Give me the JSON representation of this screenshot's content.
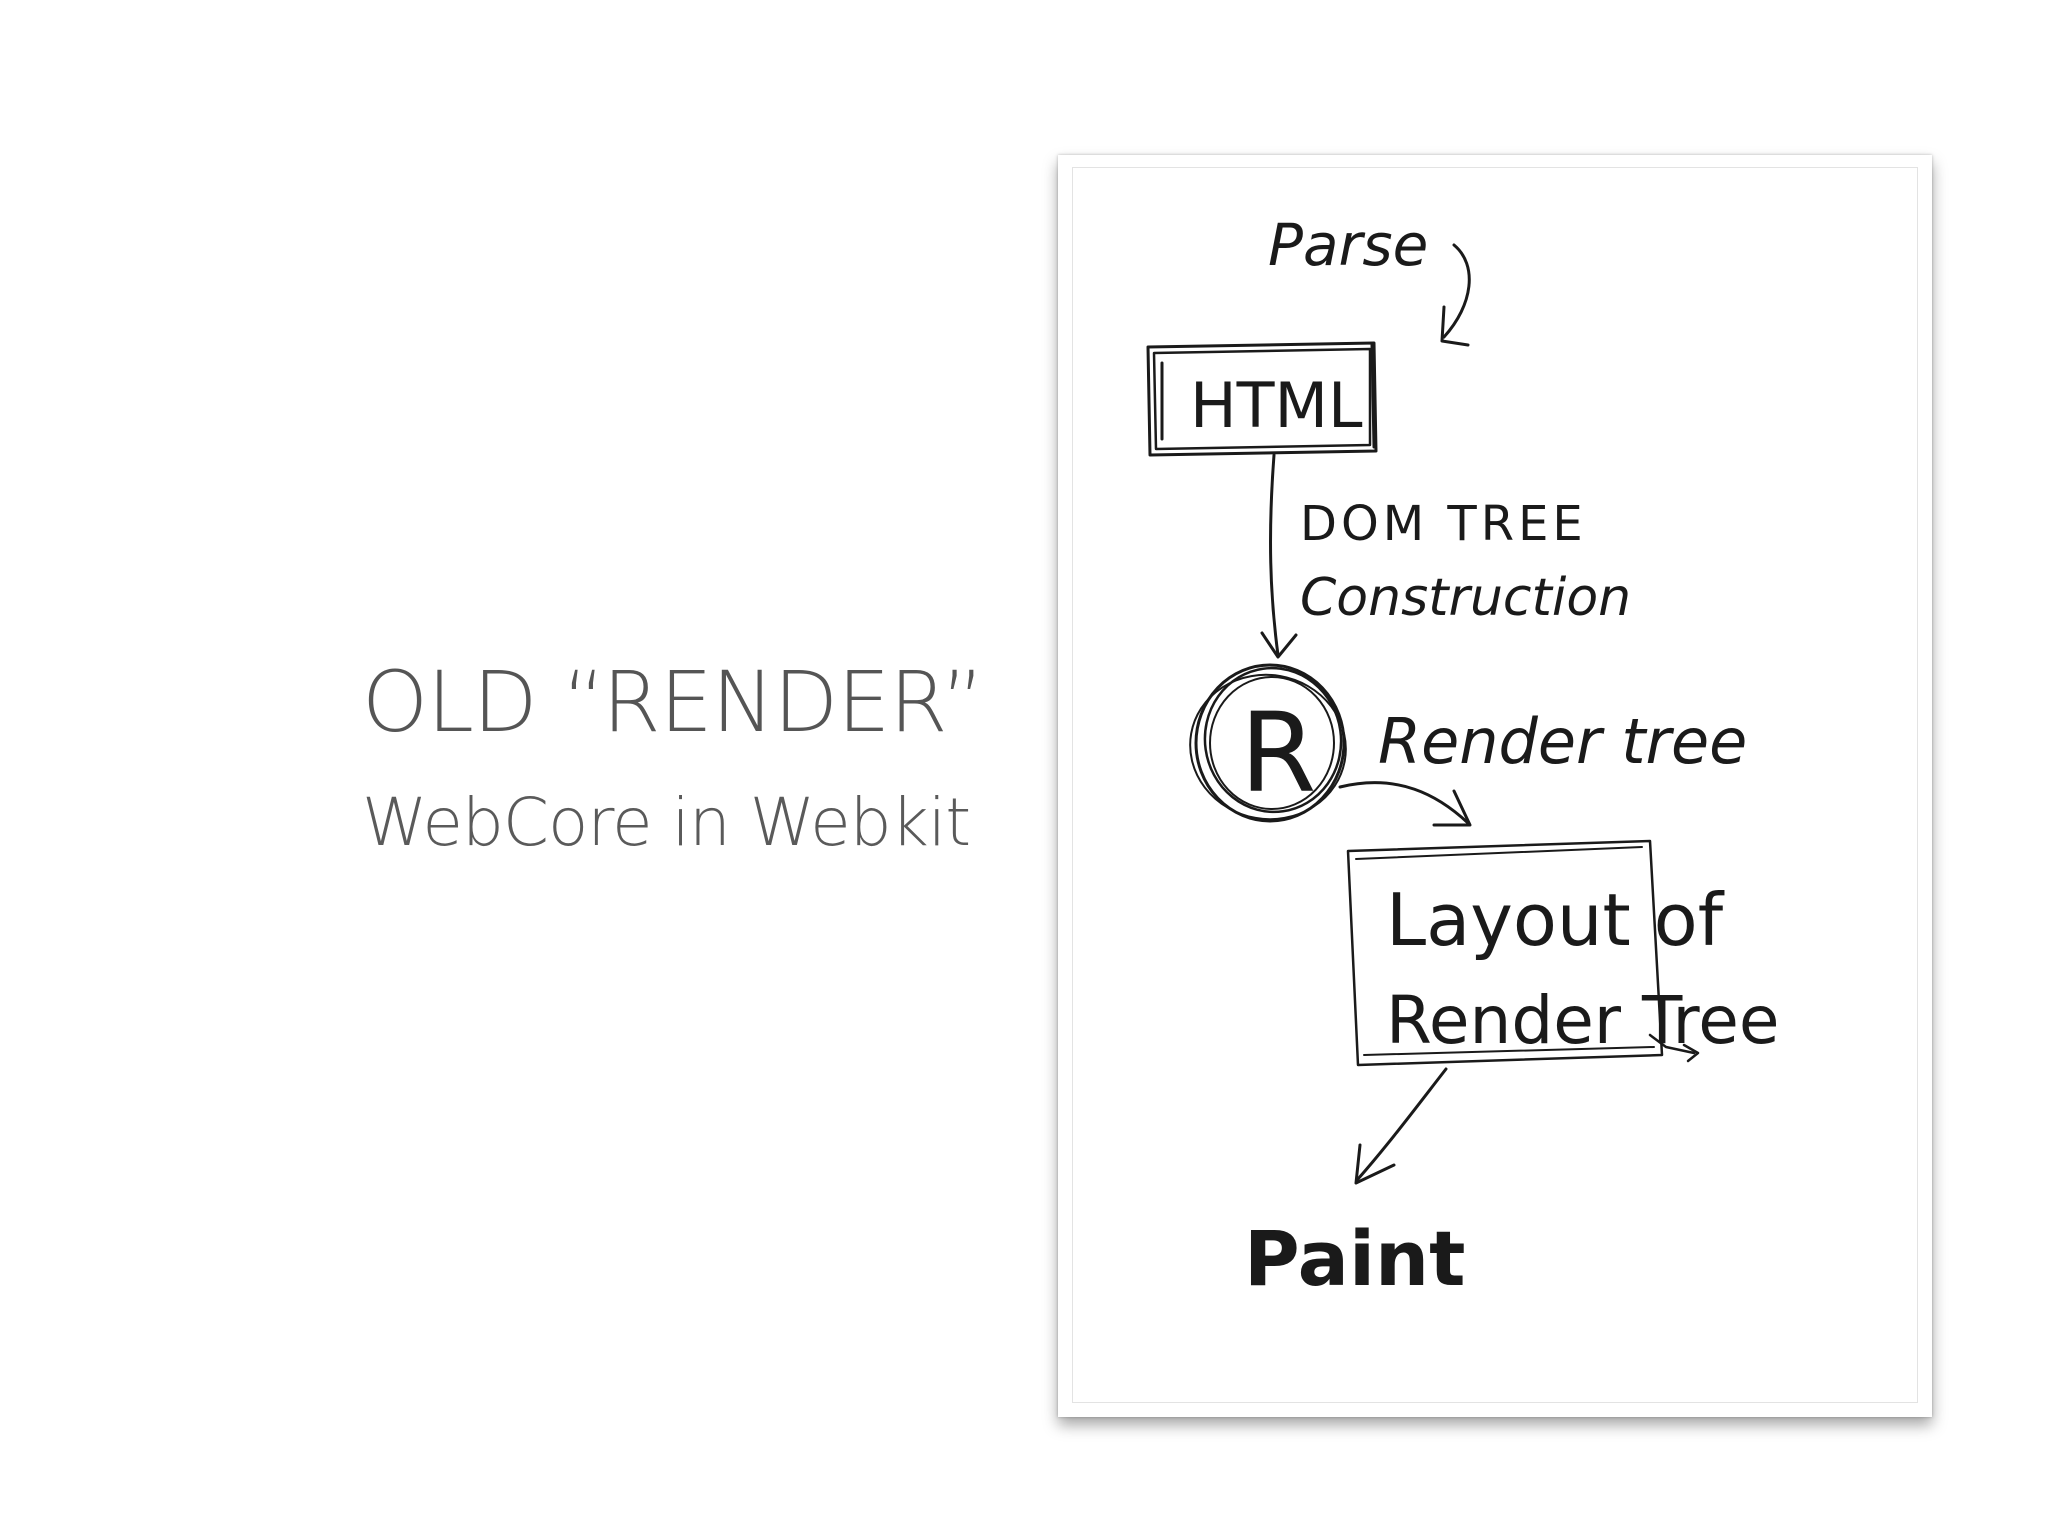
{
  "slide": {
    "title": "OLD “RENDER”",
    "subtitle": "WebCore in Webkit"
  },
  "sketch": {
    "parse_label": "Parse",
    "html_box_label": "HTML",
    "dom_tree_line1": "DOM TREE",
    "dom_tree_line2": "Construction",
    "render_node_letter": "R",
    "render_tree_label": "Render tree",
    "layout_line1": "Layout of",
    "layout_line2": "Render Tree",
    "paint_label": "Paint"
  },
  "colors": {
    "title_text": "#555555",
    "ink": "#1a1a1a",
    "background": "#ffffff"
  }
}
